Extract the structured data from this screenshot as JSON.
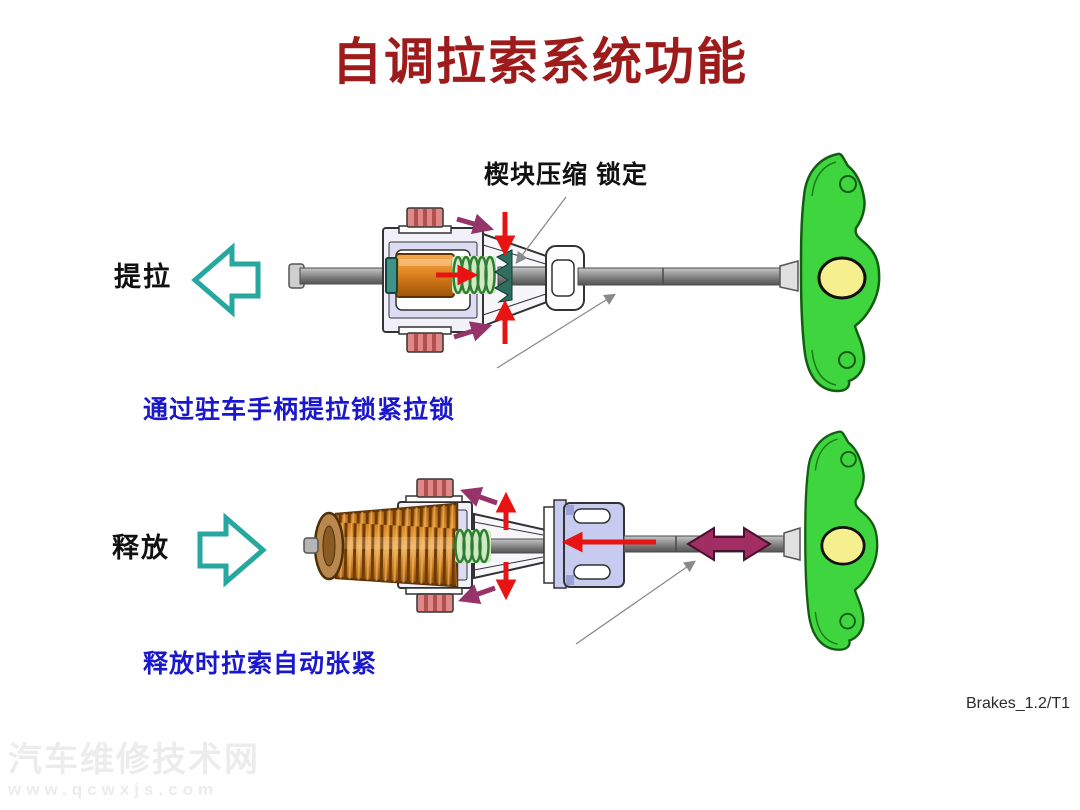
{
  "slide": {
    "title": "自调拉索系统功能",
    "footer_ref": "Brakes_1.2/T1"
  },
  "top_diagram": {
    "action_label": "提拉",
    "annotation": "楔块压缩 锁定",
    "caption": "通过驻车手柄提拉锁紧拉锁"
  },
  "bottom_diagram": {
    "action_label": "释放",
    "caption": "释放时拉索自动张紧"
  },
  "watermark": {
    "site_name": "汽车维修技术网",
    "site_url": "www.qcwxjs.com"
  },
  "colors": {
    "title_red": "#9e1b1b",
    "caption_blue": "#1a17cc",
    "label_black": "#111111",
    "arrow_teal": "#26a79f",
    "arrow_red": "#e81414",
    "arrow_purple": "#963369",
    "double_arrow_maroon": "#a12d62",
    "bracket_green": "#3fd53f",
    "hole_yellow": "#f6ef8e",
    "piston_orange": "#e0841f",
    "coil_orange": "#c67716",
    "spring_green": "#2f7d32",
    "flange_lavender": "#c7cbef",
    "rod_gray": "#8a8a8a",
    "bolt_pink": "#e08888",
    "watermark_gray": "#ececec"
  }
}
